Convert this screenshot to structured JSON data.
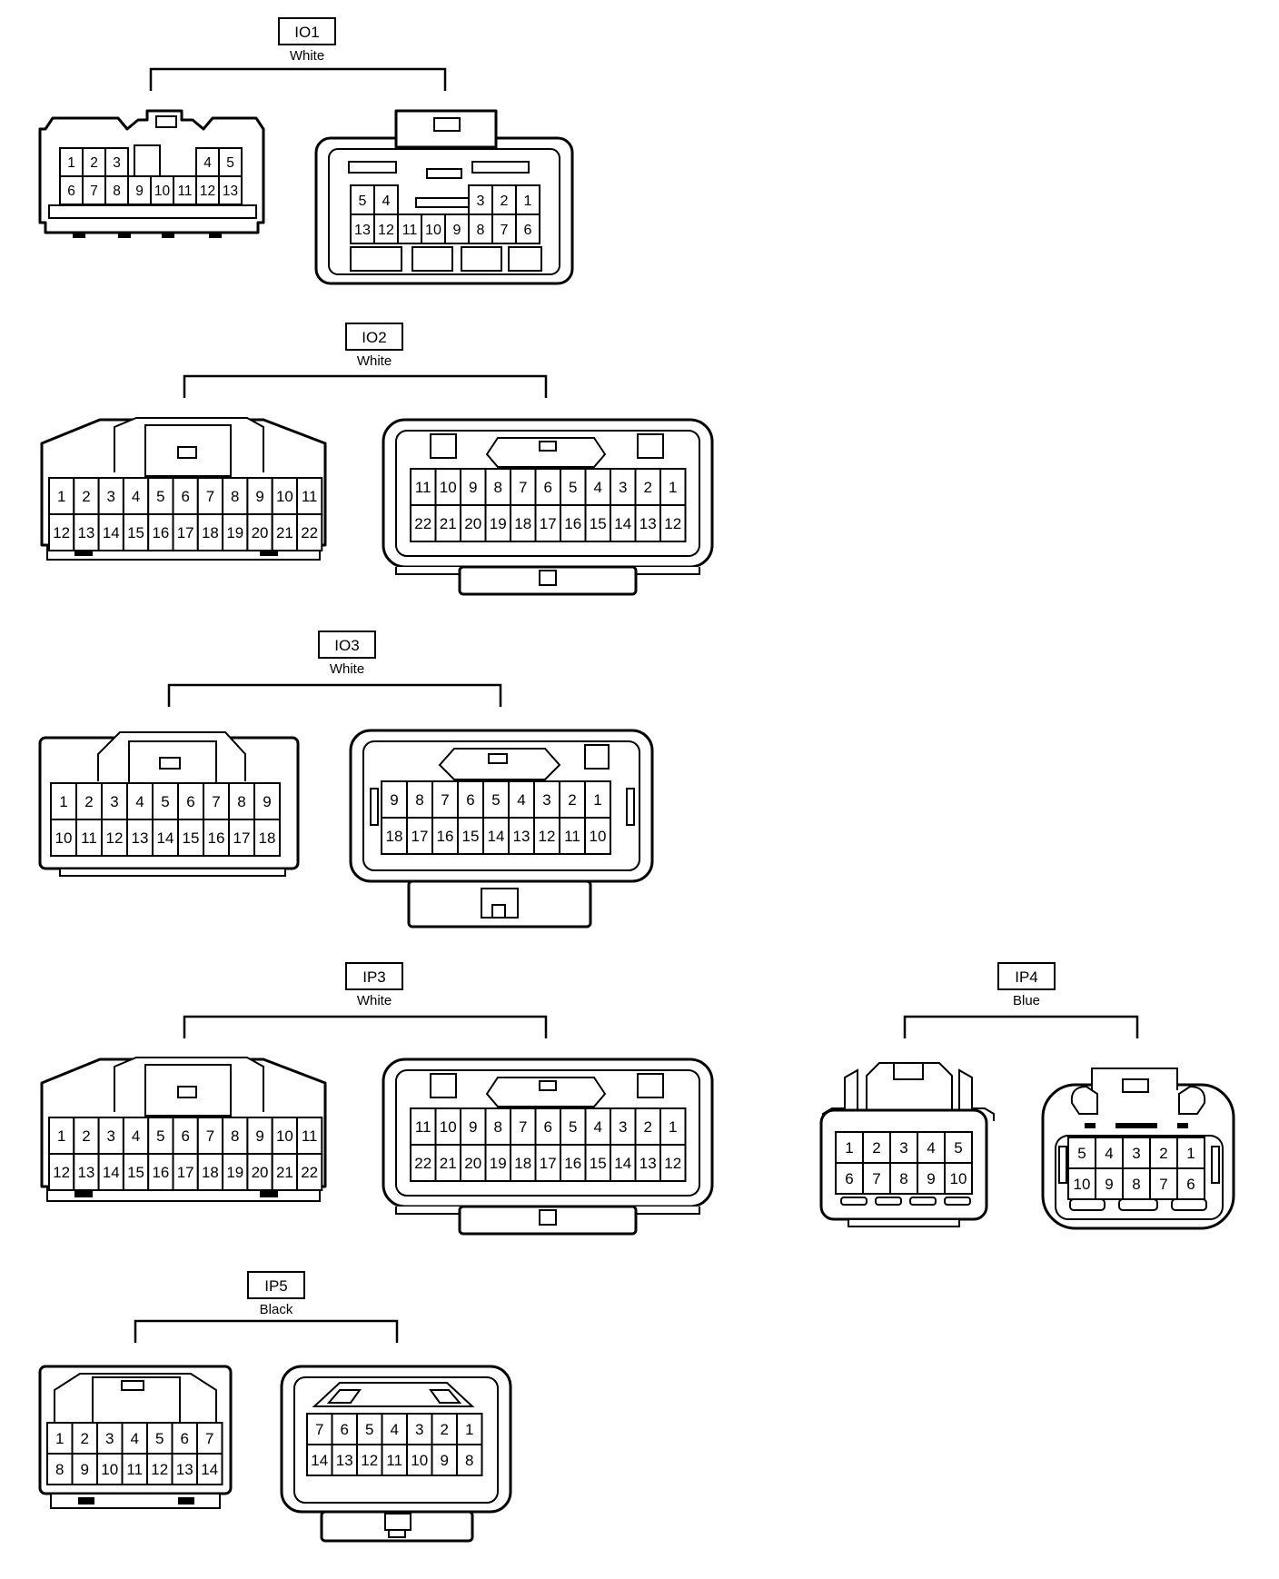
{
  "connectors": [
    {
      "id": "io1",
      "code": "IO1",
      "color": "White",
      "views": [
        {
          "style": "male-a",
          "rows": [
            [
              "1",
              "2",
              "3",
              "",
              "",
              "",
              "4",
              "5"
            ],
            [
              "6",
              "7",
              "8",
              "9",
              "10",
              "11",
              "12",
              "13"
            ]
          ]
        },
        {
          "style": "female-a",
          "rows": [
            [
              "5",
              "4",
              "",
              "",
              "",
              "3",
              "2",
              "1"
            ],
            [
              "13",
              "12",
              "11",
              "10",
              "9",
              "8",
              "7",
              "6"
            ]
          ]
        }
      ]
    },
    {
      "id": "io2",
      "code": "IO2",
      "color": "White",
      "views": [
        {
          "style": "male-b",
          "rows": [
            [
              "1",
              "2",
              "3",
              "4",
              "5",
              "6",
              "7",
              "8",
              "9",
              "10",
              "11"
            ],
            [
              "12",
              "13",
              "14",
              "15",
              "16",
              "17",
              "18",
              "19",
              "20",
              "21",
              "22"
            ]
          ]
        },
        {
          "style": "female-b",
          "rows": [
            [
              "11",
              "10",
              "9",
              "8",
              "7",
              "6",
              "5",
              "4",
              "3",
              "2",
              "1"
            ],
            [
              "22",
              "21",
              "20",
              "19",
              "18",
              "17",
              "16",
              "15",
              "14",
              "13",
              "12"
            ]
          ]
        }
      ]
    },
    {
      "id": "io3",
      "code": "IO3",
      "color": "White",
      "views": [
        {
          "style": "male-c",
          "rows": [
            [
              "1",
              "2",
              "3",
              "4",
              "5",
              "6",
              "7",
              "8",
              "9"
            ],
            [
              "10",
              "11",
              "12",
              "13",
              "14",
              "15",
              "16",
              "17",
              "18"
            ]
          ]
        },
        {
          "style": "female-c",
          "rows": [
            [
              "9",
              "8",
              "7",
              "6",
              "5",
              "4",
              "3",
              "2",
              "1"
            ],
            [
              "18",
              "17",
              "16",
              "15",
              "14",
              "13",
              "12",
              "11",
              "10"
            ]
          ]
        }
      ]
    },
    {
      "id": "ip3",
      "code": "IP3",
      "color": "White",
      "views": [
        {
          "style": "male-b",
          "rows": [
            [
              "1",
              "2",
              "3",
              "4",
              "5",
              "6",
              "7",
              "8",
              "9",
              "10",
              "11"
            ],
            [
              "12",
              "13",
              "14",
              "15",
              "16",
              "17",
              "18",
              "19",
              "20",
              "21",
              "22"
            ]
          ]
        },
        {
          "style": "female-b",
          "rows": [
            [
              "11",
              "10",
              "9",
              "8",
              "7",
              "6",
              "5",
              "4",
              "3",
              "2",
              "1"
            ],
            [
              "22",
              "21",
              "20",
              "19",
              "18",
              "17",
              "16",
              "15",
              "14",
              "13",
              "12"
            ]
          ]
        }
      ]
    },
    {
      "id": "ip4",
      "code": "IP4",
      "color": "Blue",
      "views": [
        {
          "style": "male-d",
          "rows": [
            [
              "1",
              "2",
              "3",
              "4",
              "5"
            ],
            [
              "6",
              "7",
              "8",
              "9",
              "10"
            ]
          ]
        },
        {
          "style": "female-d",
          "rows": [
            [
              "5",
              "4",
              "3",
              "2",
              "1"
            ],
            [
              "10",
              "9",
              "8",
              "7",
              "6"
            ]
          ]
        }
      ]
    },
    {
      "id": "ip5",
      "code": "IP5",
      "color": "Black",
      "views": [
        {
          "style": "male-e",
          "rows": [
            [
              "1",
              "2",
              "3",
              "4",
              "5",
              "6",
              "7"
            ],
            [
              "8",
              "9",
              "10",
              "11",
              "12",
              "13",
              "14"
            ]
          ]
        },
        {
          "style": "female-e",
          "rows": [
            [
              "7",
              "6",
              "5",
              "4",
              "3",
              "2",
              "1"
            ],
            [
              "14",
              "13",
              "12",
              "11",
              "10",
              "9",
              "8"
            ]
          ]
        }
      ]
    }
  ]
}
